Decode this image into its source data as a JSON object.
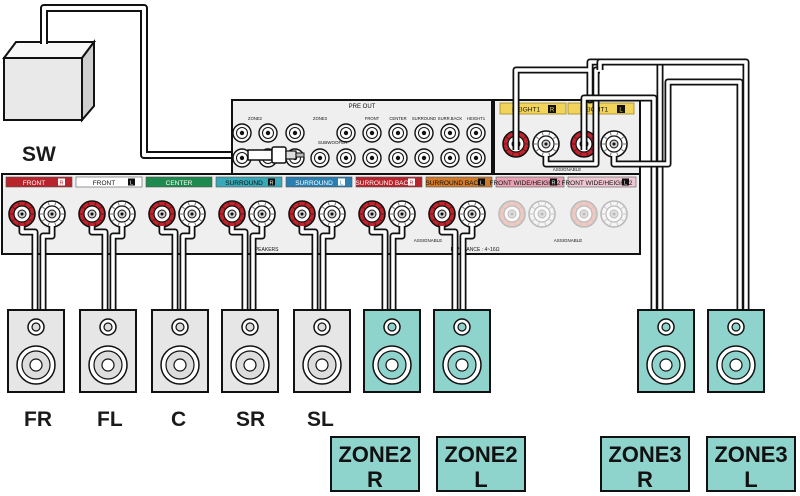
{
  "subwoofer_label": "SW",
  "pre_out_title": "PRE OUT",
  "subwoofer_jack_label": "SUBWOOFER",
  "pre_out_small_labels": [
    "ZONE2",
    "ZONE3",
    "FRONT",
    "CENTER",
    "SURROUND",
    "SURR.BACK",
    "HEIGHT1",
    "HEIGHT2",
    "SUBWOOFER"
  ],
  "height_channels": [
    {
      "text": "HEIGHT1",
      "side": "R"
    },
    {
      "text": "HEIGHT1",
      "side": "L"
    }
  ],
  "assignable_label": "ASSIGNABLE",
  "speakers_label": "SPEAKERS",
  "impedance_label": "IMPEDANCE : 4~16Ω",
  "channels": [
    {
      "text": "FRONT",
      "side": "R",
      "color": "#b8242c"
    },
    {
      "text": "FRONT",
      "side": "L",
      "color": "#ffffff"
    },
    {
      "text": "CENTER",
      "side": "",
      "color": "#1e8a4e"
    },
    {
      "text": "SURROUND",
      "side": "R",
      "color": "#38a9b6"
    },
    {
      "text": "SURROUND",
      "side": "L",
      "color": "#2a7fb0"
    },
    {
      "text": "SURROUND BACK",
      "side": "R",
      "color": "#b8242c"
    },
    {
      "text": "SURROUND BACK",
      "side": "L",
      "color": "#d07a2a"
    },
    {
      "text": "FRONT WIDE/HEIGHT2",
      "side": "R",
      "color": "#e9a3b5"
    },
    {
      "text": "FRONT WIDE/HEIGHT2",
      "side": "L",
      "color": "#f0c8d4"
    }
  ],
  "speaker_labels": [
    "FR",
    "FL",
    "C",
    "SR",
    "SL"
  ],
  "zone_boxes": [
    {
      "line1": "ZONE2",
      "line2": "R"
    },
    {
      "line1": "ZONE2",
      "line2": "L"
    },
    {
      "line1": "ZONE3",
      "line2": "R"
    },
    {
      "line1": "ZONE3",
      "line2": "L"
    }
  ],
  "colors": {
    "zone_fill": "#8fd3cd",
    "speaker_gray": "#e6e6e6",
    "panel": "#ececec",
    "terminal_red": "#c0242c",
    "height_gold": "#f2d45a"
  },
  "icons": [
    "subwoofer-icon",
    "speaker-icon",
    "binding-post-icon",
    "rca-jack-icon",
    "rca-plug-icon"
  ]
}
